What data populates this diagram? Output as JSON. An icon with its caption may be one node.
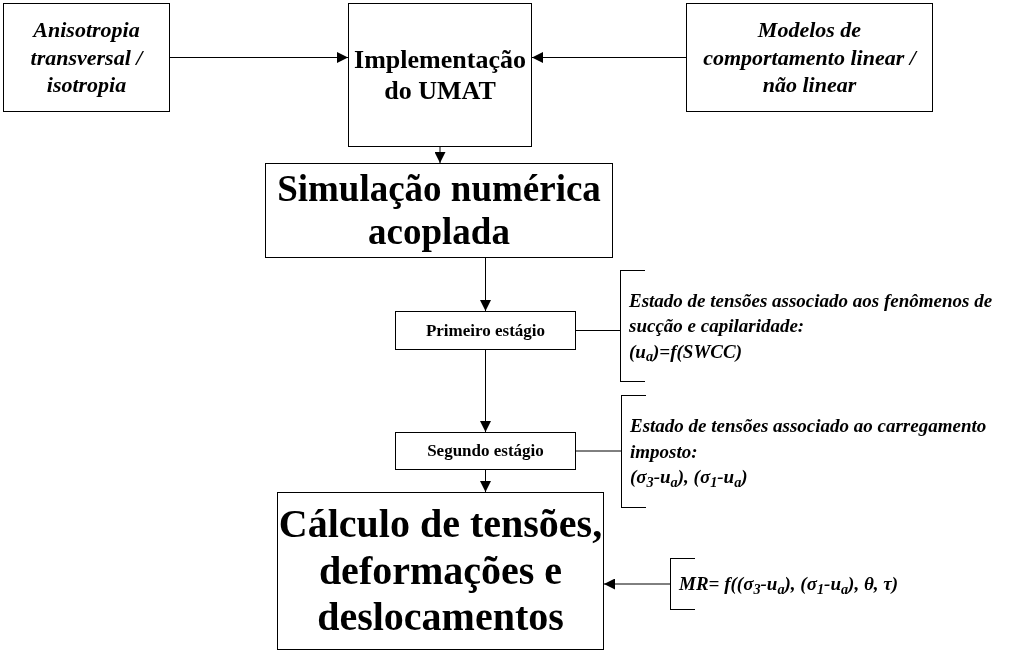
{
  "diagram": {
    "nodes": [
      {
        "text": [
          "Anisotropia transversal / isotropia"
        ]
      },
      {
        "text": [
          "Implementação do UMAT"
        ]
      },
      {
        "text": [
          "Modelos de comportamento linear / não linear"
        ]
      },
      {
        "text": [
          "Simulação numérica acoplada"
        ]
      },
      {
        "text": [
          "Primeiro estágio"
        ]
      },
      {
        "text": [
          "Segundo estágio"
        ]
      },
      {
        "text": [
          "Cálculo de tensões, deformações e deslocamentos"
        ]
      },
      {
        "text": [
          "Estado de tensões associado aos fenômenos de sucção e capilaridade:",
          "(u$_{a}$)=f(SWCC)"
        ]
      },
      {
        "text": [
          "Estado de tensões associado ao carregamento imposto:",
          "(σ$_{3}$-u$_{a}$), (σ$_{1}$-u$_{a}$)"
        ]
      },
      {
        "text": [
          "MR= f((σ$_{3}$-u$_{a}$), (σ$_{1}$-u$_{a}$), θ, τ)"
        ]
      }
    ],
    "edges": [
      {
        "from": 0,
        "to": 1,
        "arrow": "to"
      },
      {
        "from": 2,
        "to": 1,
        "arrow": "to"
      },
      {
        "from": 1,
        "to": 3,
        "arrow": "to"
      },
      {
        "from": 3,
        "to": 4,
        "arrow": "to"
      },
      {
        "from": 4,
        "to": 5,
        "arrow": "to"
      },
      {
        "from": 5,
        "to": 6,
        "arrow": "to"
      },
      {
        "from": 4,
        "to": 7,
        "arrow": "none"
      },
      {
        "from": 5,
        "to": 8,
        "arrow": "none"
      },
      {
        "from": 9,
        "to": 6,
        "arrow": "to"
      }
    ]
  }
}
